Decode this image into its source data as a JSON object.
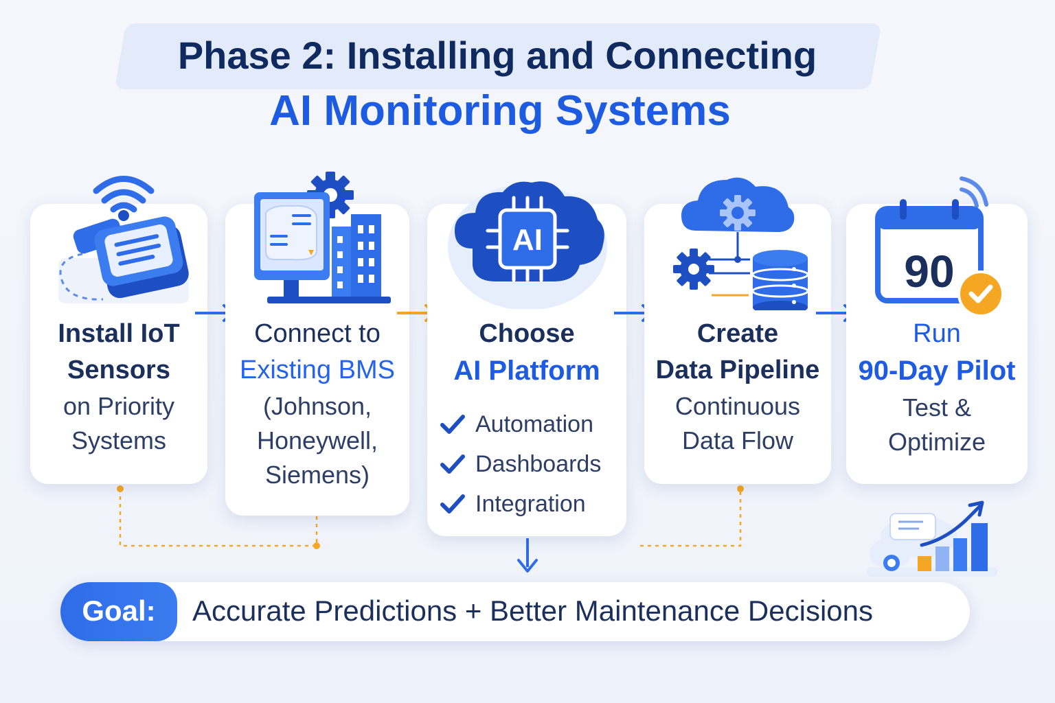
{
  "title": {
    "line1": "Phase 2: Installing and Connecting",
    "line2": "AI Monitoring Systems"
  },
  "steps": [
    {
      "icon": "iot-sensor-icon",
      "line1": "Install IoT",
      "line2": "Sensors",
      "line3": "on Priority",
      "line4": "Systems"
    },
    {
      "icon": "computer-building-icon",
      "line1": "Connect to",
      "line2": "Existing BMS",
      "line3": "(Johnson,",
      "line4": "Honeywell,",
      "line5": "Siemens)"
    },
    {
      "icon": "ai-chip-icon",
      "line1": "Choose",
      "line2": "AI Platform",
      "checks": [
        "Automation",
        "Dashboards",
        "Integration"
      ]
    },
    {
      "icon": "cloud-database-icon",
      "line1": "Create",
      "line2": "Data Pipeline",
      "line3": "Continuous",
      "line4": "Data Flow"
    },
    {
      "icon": "calendar-icon",
      "calendar_number": "90",
      "line1": "Run",
      "line2": "90-Day Pilot",
      "line3": "Test &",
      "line4": "Optimize"
    }
  ],
  "goal": {
    "label": "Goal:",
    "text": "Accurate Predictions + Better Maintenance Decisions"
  },
  "colors": {
    "navy": "#1b2f5c",
    "blue": "#1d5be0",
    "accent_orange": "#f5a623",
    "background": "#f5f7fc"
  }
}
